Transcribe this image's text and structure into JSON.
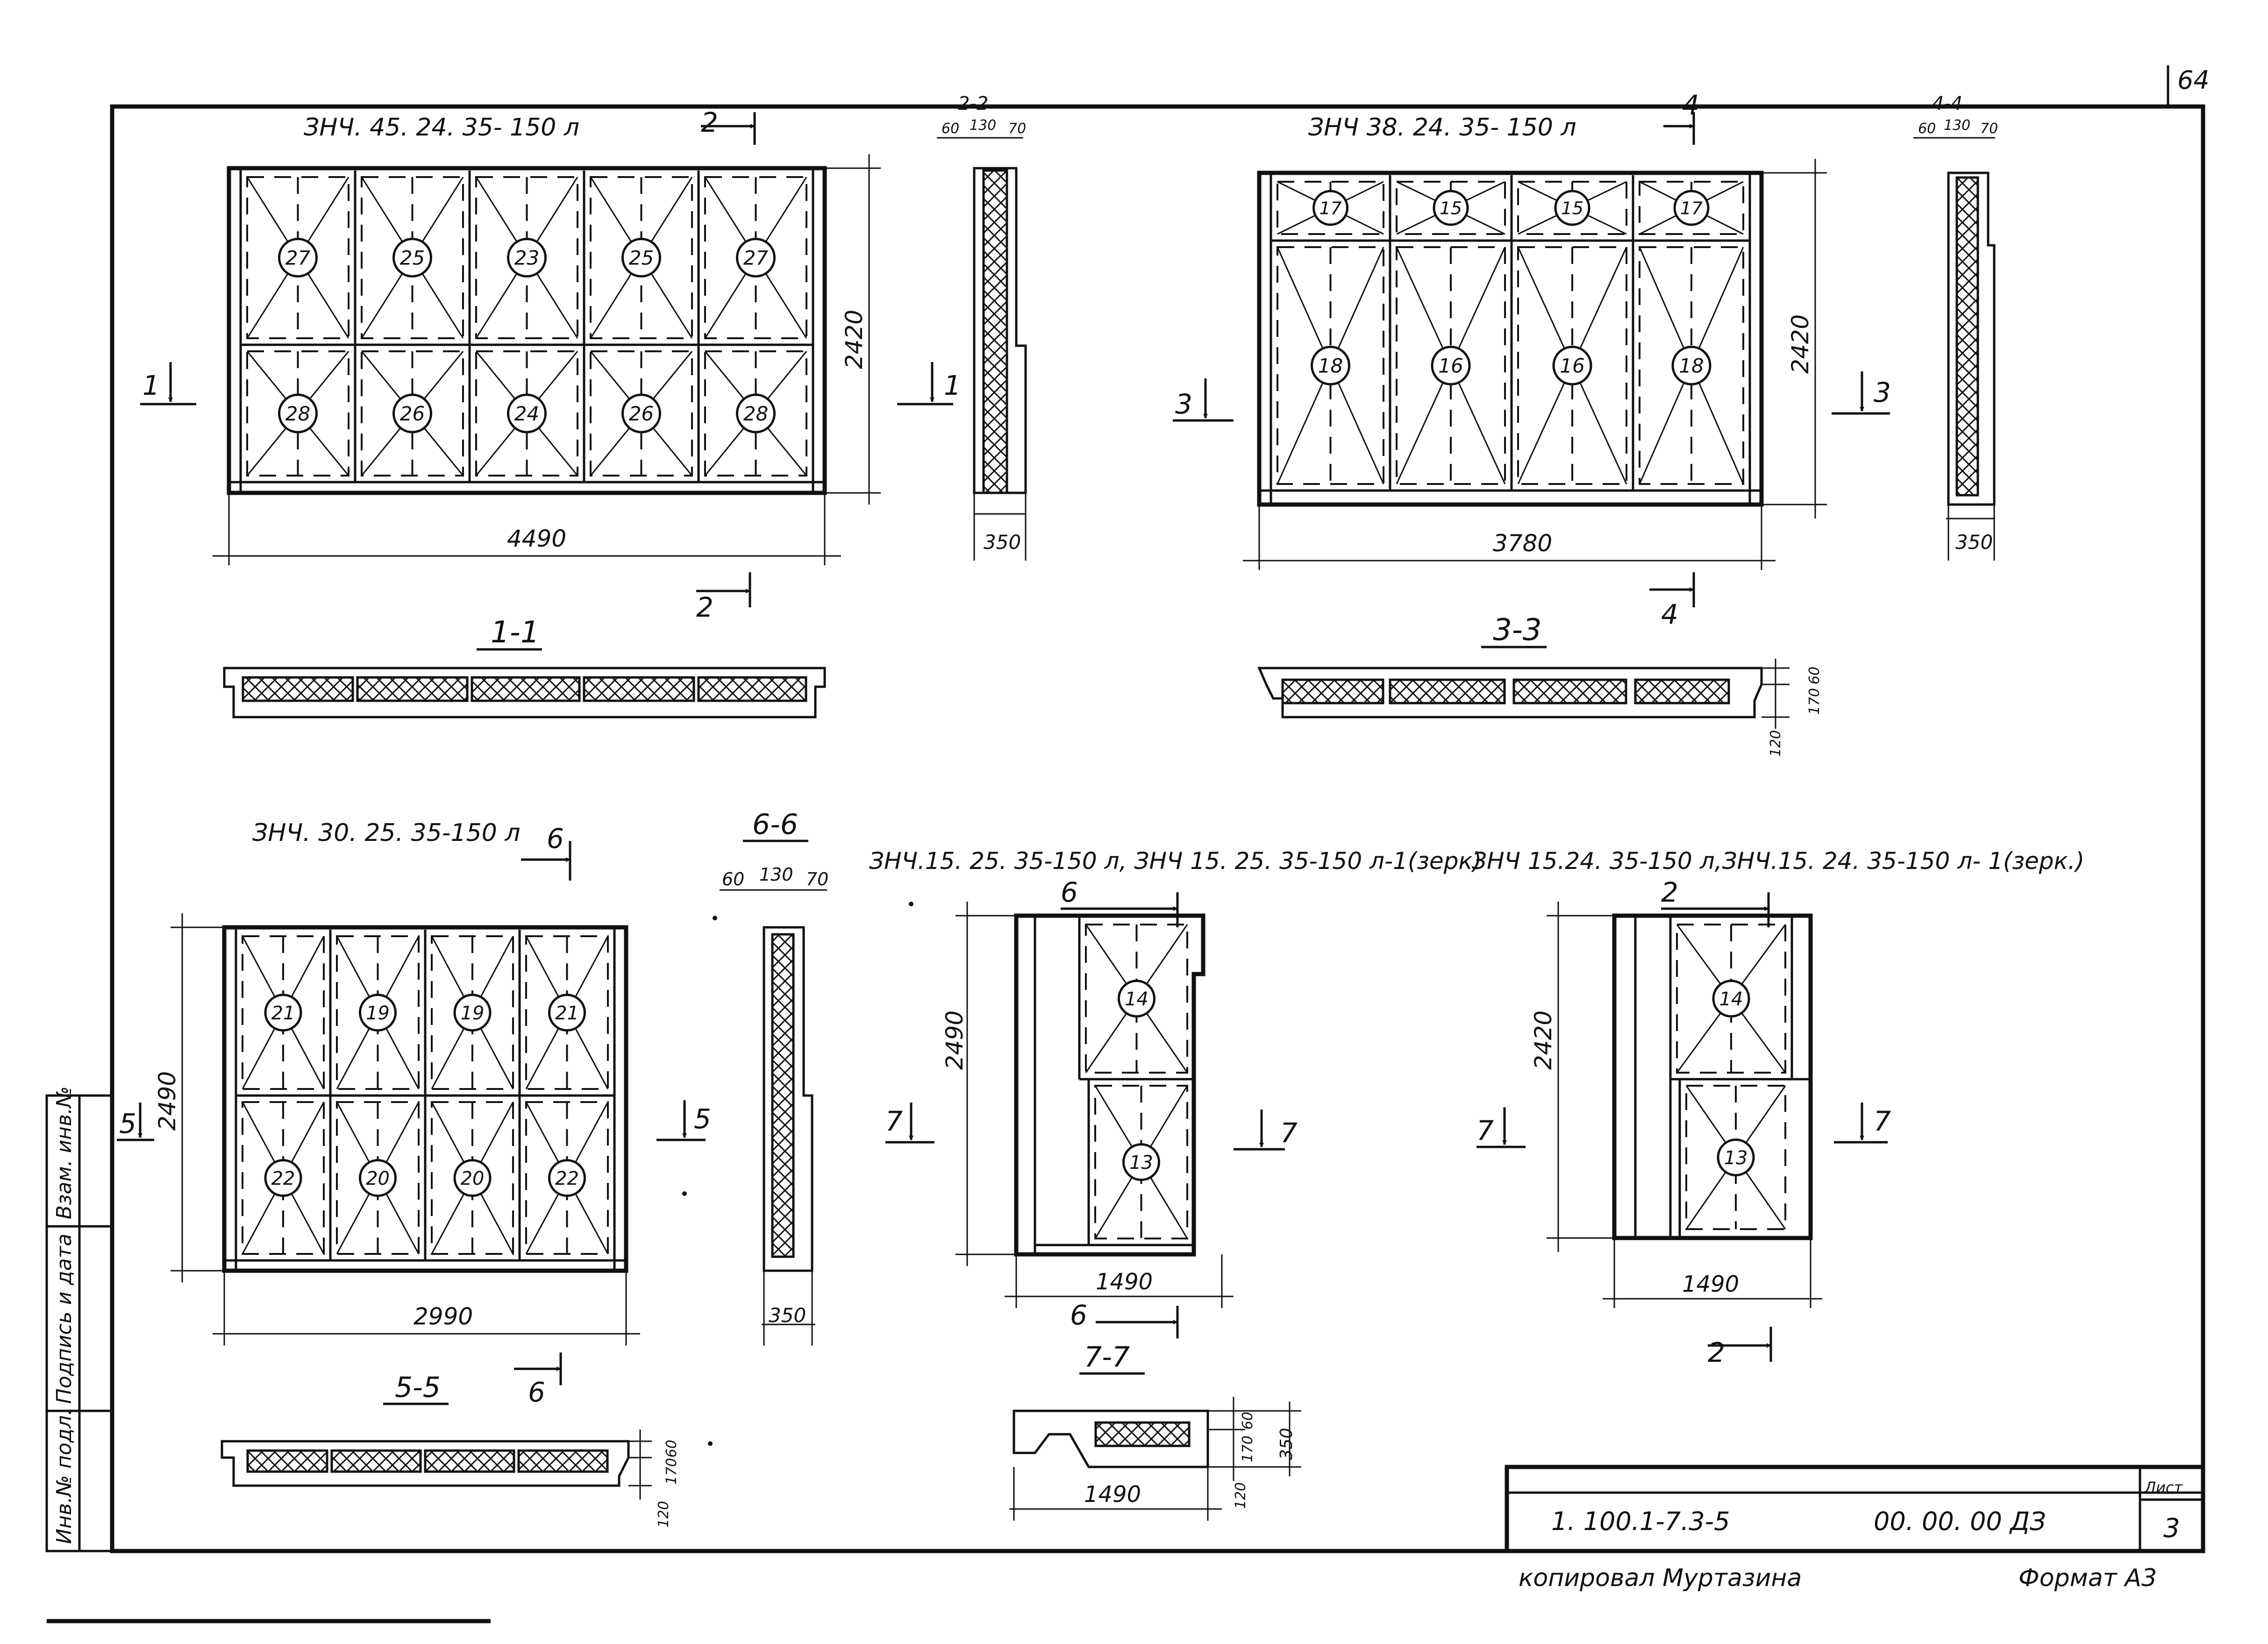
{
  "page_number": "64",
  "panels": {
    "p1": {
      "title": "ЗНЧ. 45. 24. 35- 150 л",
      "width": "4490",
      "height": "2420",
      "marks": [
        "27",
        "25",
        "23",
        "25",
        "27",
        "28",
        "26",
        "24",
        "26",
        "28"
      ]
    },
    "p2": {
      "title": "ЗНЧ 38. 24. 35- 150 л",
      "width": "3780",
      "height": "2420",
      "marks": [
        "17",
        "15",
        "15",
        "17",
        "18",
        "16",
        "16",
        "18"
      ]
    },
    "p3": {
      "title": "ЗНЧ. 30. 25. 35-150 л",
      "width": "2990",
      "height": "2490",
      "marks": [
        "21",
        "19",
        "19",
        "21",
        "22",
        "20",
        "20",
        "22"
      ]
    },
    "p4": {
      "title": "ЗНЧ.15. 25. 35-150 л, ЗНЧ 15. 25. 35-150 л-1(зерк)",
      "width": "1490",
      "height": "2490",
      "marks": [
        "14",
        "13"
      ]
    },
    "p5": {
      "title": "ЗНЧ 15.24. 35-150 л,ЗНЧ.15. 24. 35-150 л- 1(зерк.)",
      "width": "1490",
      "height": "2420",
      "marks": [
        "14",
        "13"
      ]
    }
  },
  "sections": {
    "s11": "1-1",
    "s22": "2-2",
    "s33": "3-3",
    "s44": "4-4",
    "s55": "5-5",
    "s66": "6-6",
    "s77": "7-7"
  },
  "cut_marks": {
    "c1": "1",
    "c2": "2",
    "c3": "3",
    "c4": "4",
    "c5": "5",
    "c6": "6",
    "c7": "7"
  },
  "dims": {
    "d60": "60",
    "d130": "130",
    "d70": "70",
    "d350": "350",
    "d120": "120",
    "d170": "170",
    "d1490": "1490"
  },
  "title_block": {
    "doc_code": "1. 100.1-7.3-5",
    "sheet_code": "00. 00. 00 ДЗ",
    "sheet_label": "Лист",
    "sheet_no": "3",
    "copied": "копировал Муртазина",
    "format": "Формат  А3"
  },
  "side_stamp": {
    "inv": "Инв.№ подл.",
    "sign": "Подпись и дата",
    "repl": "Взам. инв.№"
  }
}
